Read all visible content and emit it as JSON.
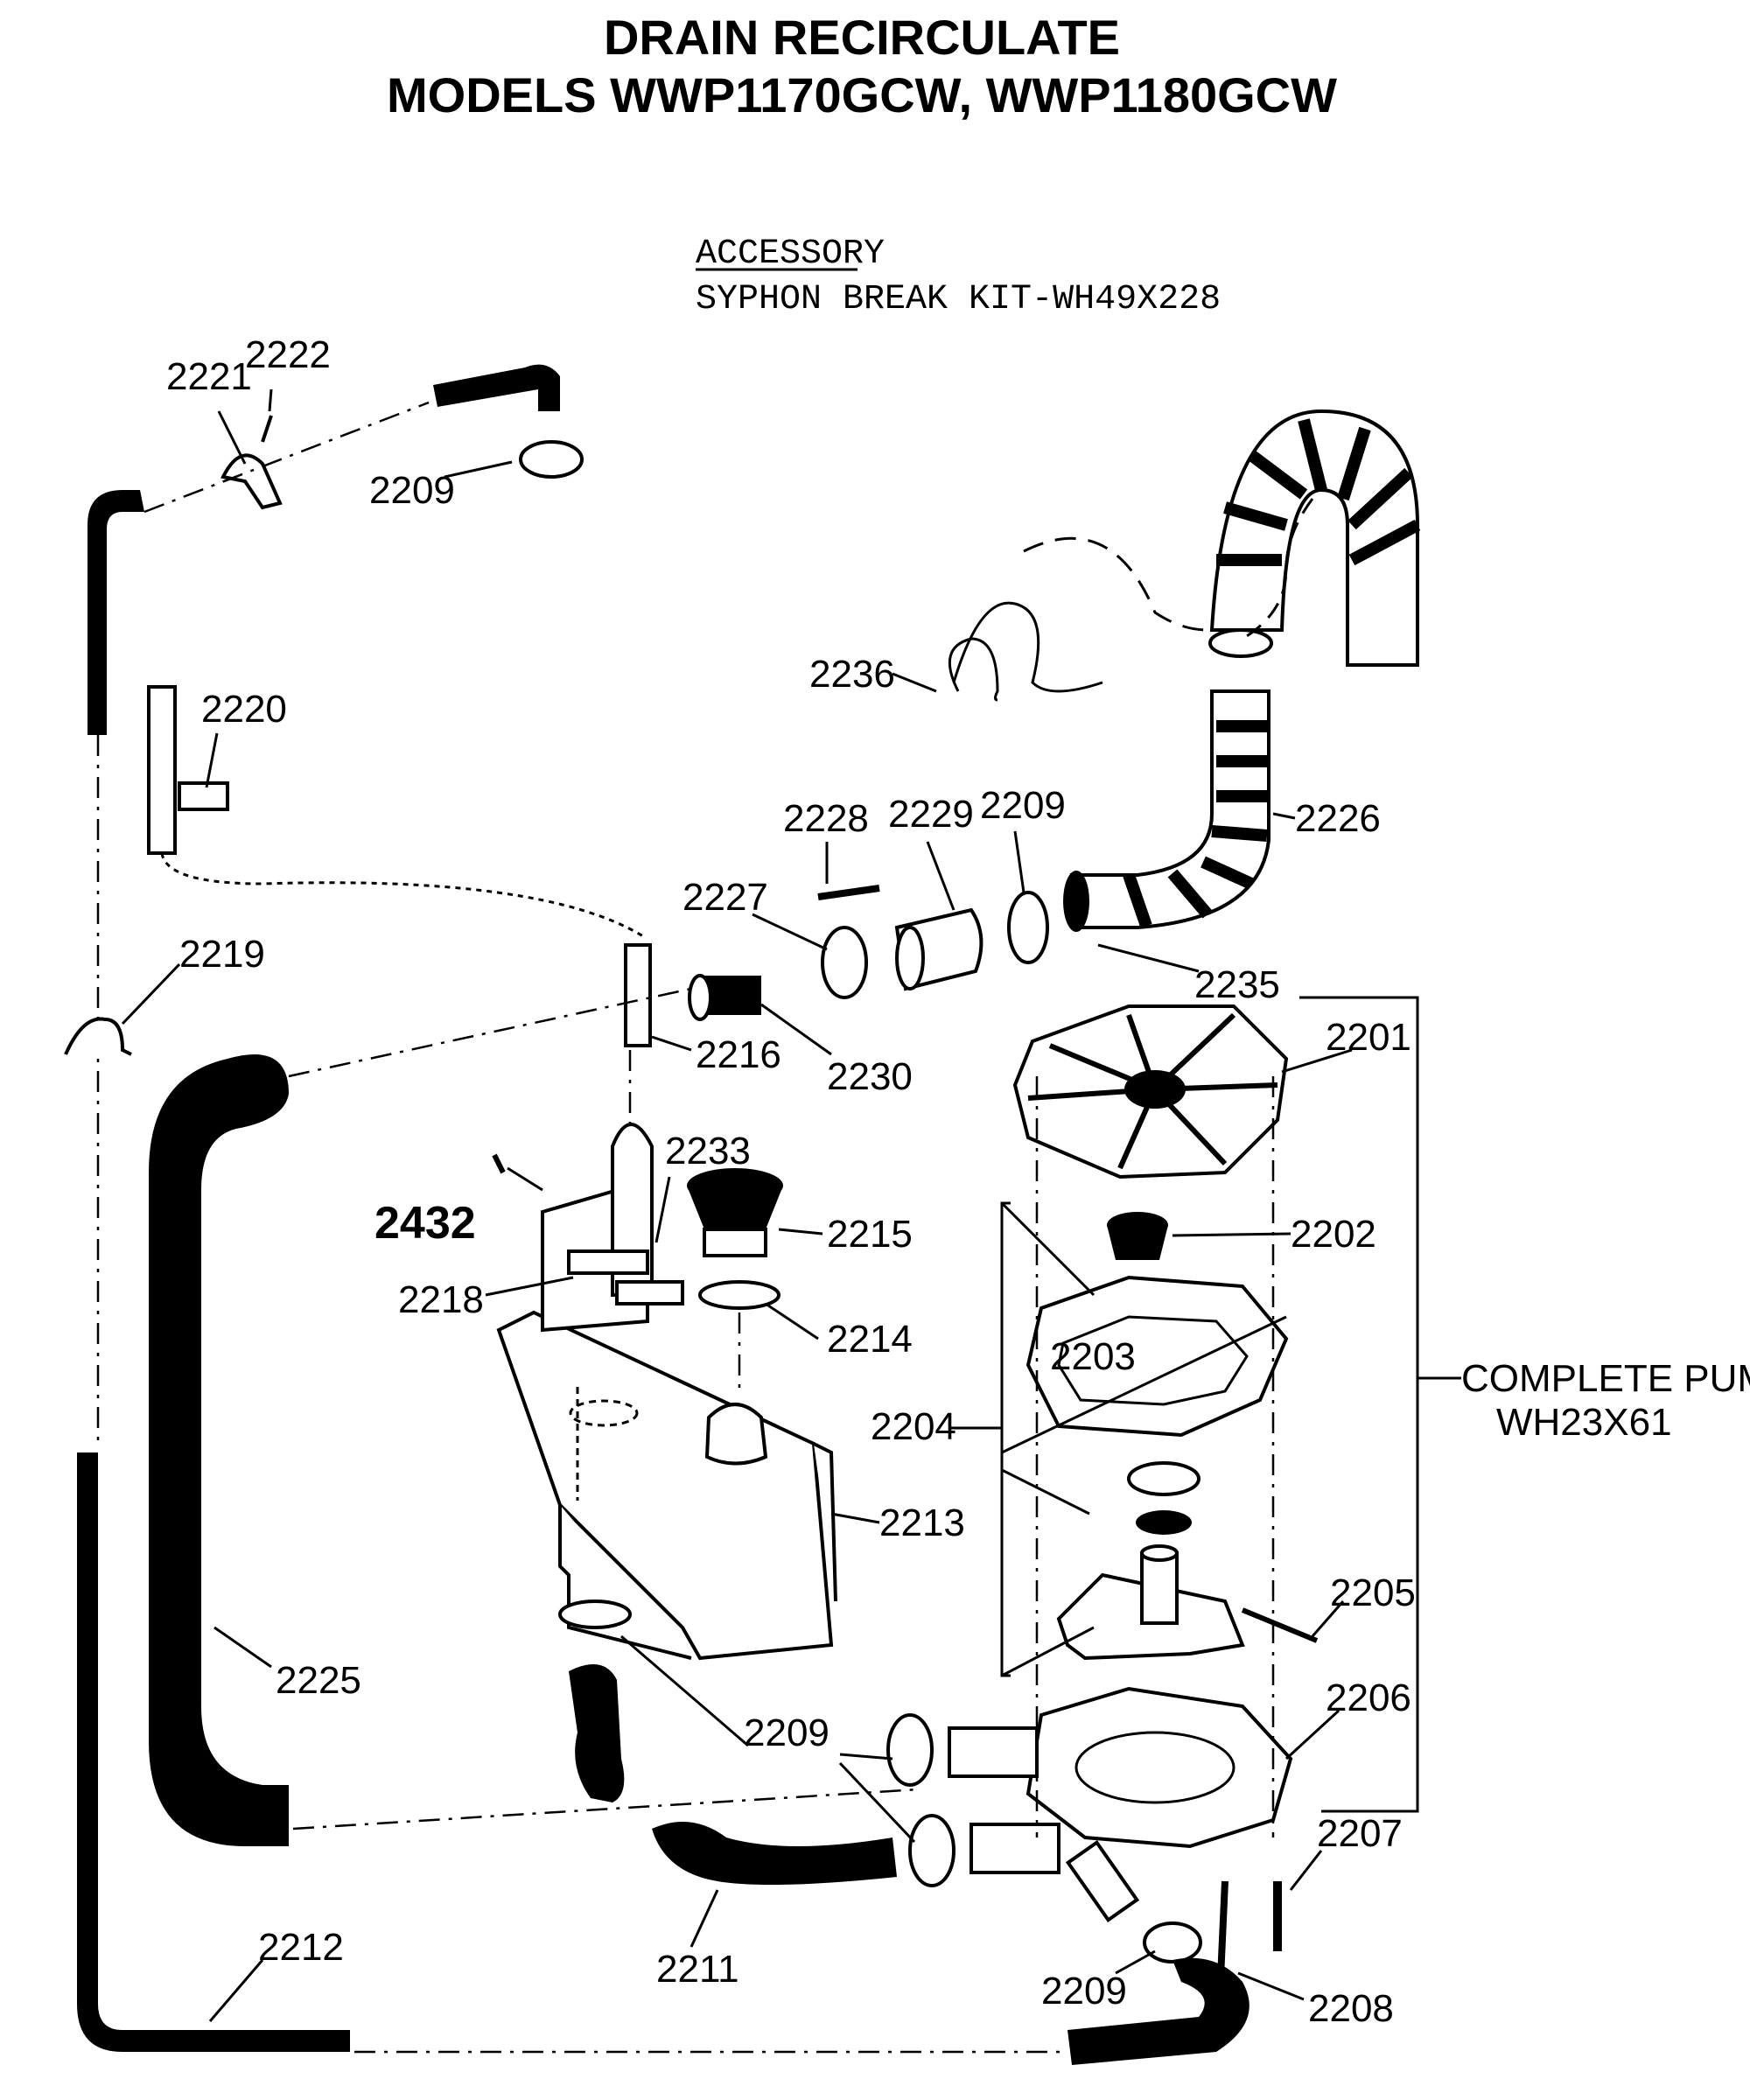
{
  "title": {
    "line1": "DRAIN RECIRCULATE",
    "line2": "MODELS WWP1170GCW, WWP1180GCW"
  },
  "accessory": {
    "heading": "ACCESSORY",
    "kit": "SYPHON BREAK KIT-WH49X228"
  },
  "complete_pump": {
    "label": "COMPLETE  PUMP",
    "part_number": "WH23X61"
  },
  "part_labels": {
    "p2221": "2221",
    "p2222": "2222",
    "p2209_top": "2209",
    "p2220": "2220",
    "p2236": "2236",
    "p2228": "2228",
    "p2229": "2229",
    "p2209_mid": "2209",
    "p2226": "2226",
    "p2227": "2227",
    "p2219": "2219",
    "p2216": "2216",
    "p2230": "2230",
    "p2235": "2235",
    "p2201": "2201",
    "p2233": "2233",
    "p2432": "2432",
    "p2215": "2215",
    "p2202": "2202",
    "p2218": "2218",
    "p2214": "2214",
    "p2203": "2203",
    "p2204": "2204",
    "p2213": "2213",
    "p2205": "2205",
    "p2225": "2225",
    "p2206": "2206",
    "p2209_low": "2209",
    "p2207": "2207",
    "p2212": "2212",
    "p2211": "2211",
    "p2209_bottom": "2209",
    "p2208": "2208"
  }
}
